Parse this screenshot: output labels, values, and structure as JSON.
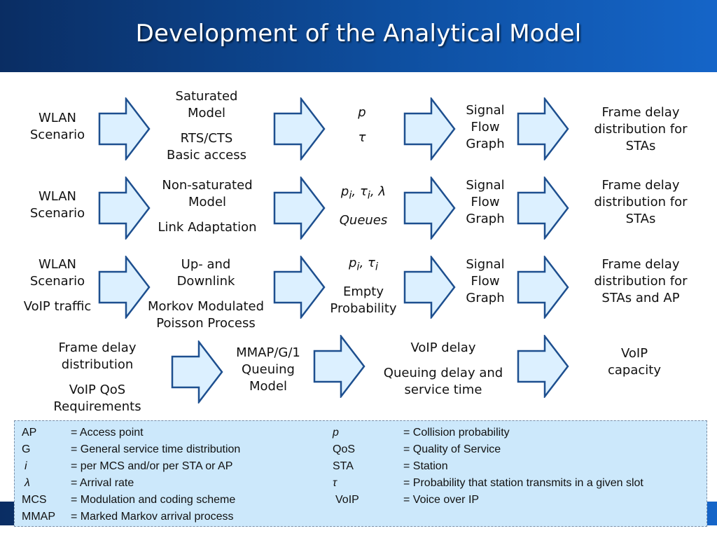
{
  "title": "Development of the Analytical Model",
  "colors": {
    "header": "#0e4fa0",
    "arrow_fill": "#dcf0ff",
    "arrow_stroke": "#1d4f8f",
    "legend_bg": "#cce8fb"
  },
  "rows": [
    {
      "input": [
        "WLAN",
        "Scenario"
      ],
      "model_a": [
        "Saturated",
        "Model"
      ],
      "model_b": [
        "RTS/CTS",
        "Basic access"
      ],
      "params_a": "p",
      "params_b": "τ",
      "method": [
        "Signal",
        "Flow",
        "Graph"
      ],
      "output": [
        "Frame delay",
        "distribution for",
        "STAs"
      ]
    },
    {
      "input": [
        "WLAN",
        "Scenario"
      ],
      "model_a": [
        "Non-saturated",
        "Model"
      ],
      "model_b": [
        "Link Adaptation"
      ],
      "params_a": "pi, τi, λ",
      "params_b": "Queues",
      "method": [
        "Signal",
        "Flow",
        "Graph"
      ],
      "output": [
        "Frame delay",
        "distribution for",
        "STAs"
      ]
    },
    {
      "input": [
        "WLAN",
        "Scenario"
      ],
      "input_b": "VoIP traffic",
      "model_a": [
        "Up- and",
        "Downlink"
      ],
      "model_b": [
        "Morkov Modulated",
        "Poisson Process"
      ],
      "params_a": "pi, τi",
      "params_b": [
        "Empty",
        "Probability"
      ],
      "method": [
        "Signal",
        "Flow",
        "Graph"
      ],
      "output": [
        "Frame delay",
        "distribution for",
        "STAs and AP"
      ]
    },
    {
      "input": [
        "Frame delay",
        "distribution"
      ],
      "input_b": [
        "VoIP QoS",
        "Requirements"
      ],
      "model": [
        "MMAP/G/1",
        "Queuing",
        "Model"
      ],
      "result_a": "VoIP delay",
      "result_b": [
        "Queuing delay and",
        "service time"
      ],
      "output": [
        "VoIP",
        "capacity"
      ]
    }
  ],
  "legend": {
    "left": [
      {
        "term": "AP",
        "def": "= Access point"
      },
      {
        "term": "G",
        "def": "= General service time distribution"
      },
      {
        "term": "i",
        "def": "= per MCS and/or per STA or AP"
      },
      {
        "term": "λ",
        "def": "= Arrival rate"
      },
      {
        "term": "MCS",
        "def": "= Modulation and coding scheme"
      },
      {
        "term": "MMAP",
        "def": "= Marked Markov arrival process"
      }
    ],
    "right": [
      {
        "term": "p",
        "def": "= Collision probability"
      },
      {
        "term": "QoS",
        "def": "= Quality of Service"
      },
      {
        "term": "STA",
        "def": "= Station"
      },
      {
        "term": "τ",
        "def": "= Probability that station transmits in a given slot"
      },
      {
        "term": "VoIP",
        "def": "= Voice over IP"
      }
    ]
  }
}
